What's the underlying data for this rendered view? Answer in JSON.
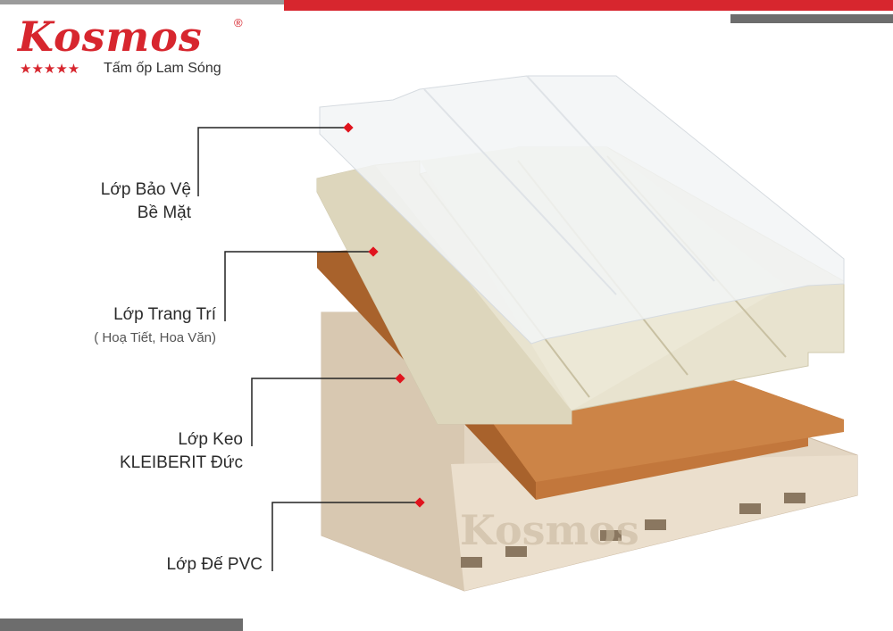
{
  "brand": {
    "name": "Kosmos",
    "registered": "®",
    "stars": "★★★★★",
    "tagline": "Tấm ốp Lam Sóng",
    "watermark": "Kosmos",
    "accent_color": "#d7262e"
  },
  "layers": [
    {
      "line1": "Lớp Bảo Vệ",
      "line2": "Bề Mặt",
      "color": "#eef2f4"
    },
    {
      "line1": "Lớp Trang Trí",
      "line2": "( Hoạ Tiết, Hoa Văn)",
      "color": "#e6e2cd"
    },
    {
      "line1": "Lớp Keo",
      "line2": "KLEIBERIT Đức",
      "color": "#c0753a"
    },
    {
      "line1": "Lớp Đế PVC",
      "line2": "",
      "color": "#e2d4c0"
    }
  ]
}
